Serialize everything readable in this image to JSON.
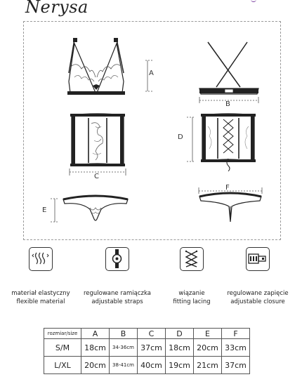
{
  "brand": {
    "name": "Nerysa"
  },
  "labels": {
    "a": "A",
    "b": "B",
    "c": "C",
    "d": "D",
    "e": "E",
    "f": "F"
  },
  "features": [
    {
      "icon": "elastic-material-icon",
      "line1": "materiał elastyczny",
      "line2": "flexible material"
    },
    {
      "icon": "adjustable-straps-icon",
      "line1": "regulowane ramiączka",
      "line2": "adjustable straps"
    },
    {
      "icon": "fitting-lacing-icon",
      "line1": "wiązanie",
      "line2": "fitting lacing"
    },
    {
      "icon": "adjustable-closure-icon",
      "line1": "regulowane zapięcie",
      "line2": "adjustable closure"
    }
  ],
  "size_table": {
    "corner": "rozmiar/size",
    "columns": [
      "A",
      "B",
      "C",
      "D",
      "E",
      "F"
    ],
    "rows": [
      {
        "size": "S/M",
        "values": [
          "18cm",
          "34-36cm",
          "37cm",
          "18cm",
          "20cm",
          "33cm"
        ]
      },
      {
        "size": "L/XL",
        "values": [
          "20cm",
          "38-41cm",
          "40cm",
          "19cm",
          "21cm",
          "37cm"
        ]
      }
    ]
  },
  "colors": {
    "line": "#222222",
    "accent": "#7a3fa0"
  }
}
